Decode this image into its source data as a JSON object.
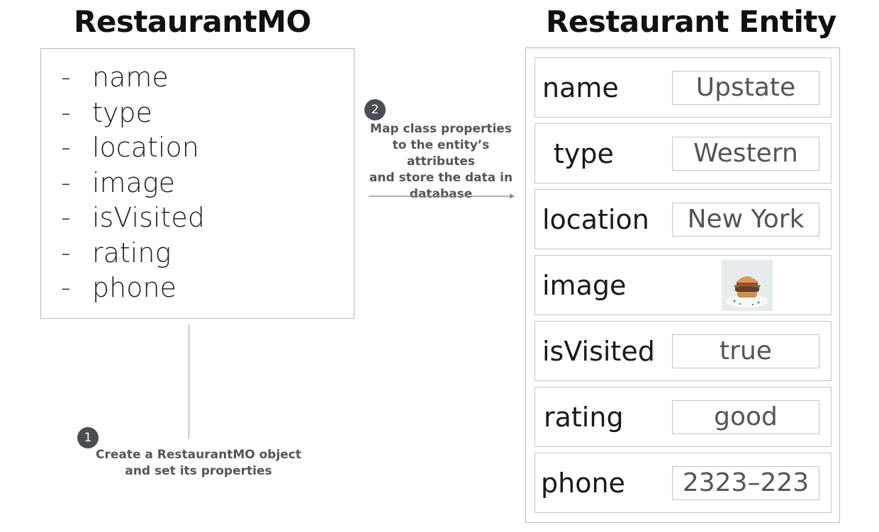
{
  "left_title": "RestaurantMO",
  "right_title": "Restaurant Entity",
  "mo_properties": [
    "name",
    "type",
    "location",
    "image",
    "isVisited",
    "rating",
    "phone"
  ],
  "steps": [
    {
      "number": "1",
      "caption_line1": "Create a RestaurantMO object",
      "caption_line2": "and set its properties"
    },
    {
      "number": "2",
      "caption_line1": "Map class properties",
      "caption_line2": "to the entity’s attributes",
      "caption_line3": "and store the data in",
      "caption_line4": "database"
    }
  ],
  "entity_rows": [
    {
      "key": "name",
      "value": "Upstate"
    },
    {
      "key": "type",
      "value": "Western"
    },
    {
      "key": "location",
      "value": "New York"
    },
    {
      "key": "image",
      "value": "",
      "image_icon": "burger-photo-icon"
    },
    {
      "key": "isVisited",
      "value": "true"
    },
    {
      "key": "rating",
      "value": "good"
    },
    {
      "key": "phone",
      "value": "2323–223"
    }
  ],
  "colors": {
    "badge": "#4a4e54",
    "caption": "#555555",
    "border": "#b8b8b8",
    "arrow": "#888888"
  }
}
